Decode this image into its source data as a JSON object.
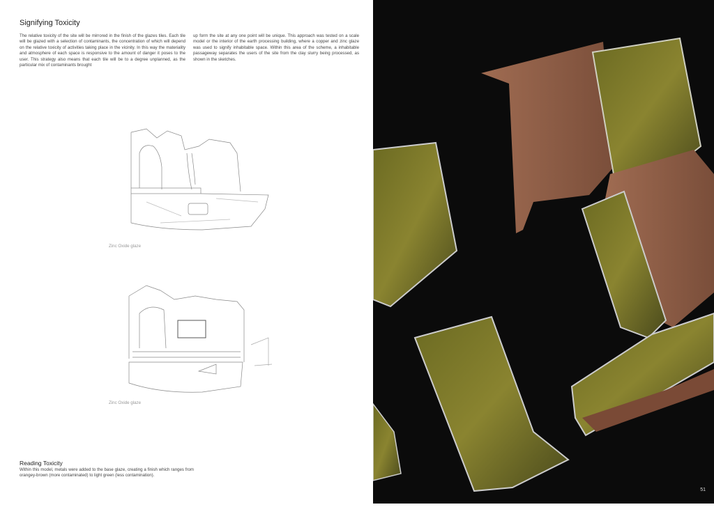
{
  "page": {
    "title": "Signifying Toxicity",
    "intro_col1": "The relative toxicity of the site will be mirrored in the finish of the glazes tiles. Each tile will be glazed with a selection of contaminants, the concentration of which will depend on the relative toxicity of activities taking place in the vicinity. In this way the materiality and atmosphere of each space is responsive to the amount of danger it poses to the user.  This strategy also means that each tile will be to a degree unplanned, as the particular mix of contaminants brought",
    "intro_col2": "up form the site at any one point will be unique. This approach was tested on a scale model or the interior of the earth processing building, where a copper and zinc glaze was used to signify inhabitable space. Within this area of the scheme, a inhabitable passageway separates the users of the site from the clay slurry being processed, as shown in the sketches.",
    "sketch_captions": [
      "Zinc Oxide glaze",
      "Zinc Oxide glaze"
    ],
    "section2_title": "Reading Toxicity",
    "section2_body": "Within this model, metals were added to the base glaze, creating a finish which ranges from orangey-brown (more contaminated) to light green (less contamination).",
    "page_number": "51"
  }
}
